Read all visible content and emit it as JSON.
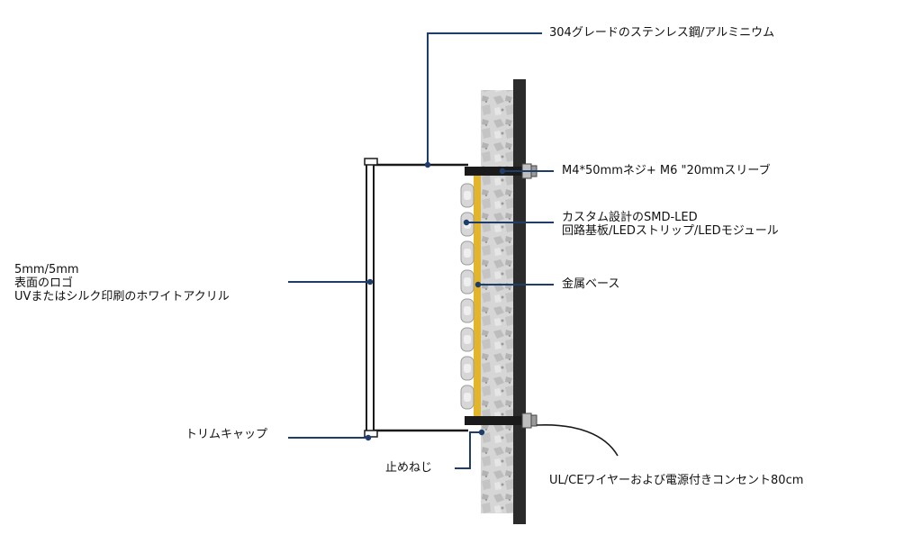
{
  "diagram": {
    "labels": {
      "material": "304グレードのステンレス鋼/アルミニウム",
      "screw": "M4*50mmネジ+ M6 \"20mmスリーブ",
      "led_line1": "カスタム設計のSMD-LED",
      "led_line2": "回路基板/LEDストリップ/LEDモジュール",
      "base": "金属ベース",
      "acrylic_line1": "5mm/5mm",
      "acrylic_line2": "表面のロゴ",
      "acrylic_line3": "UVまたはシルク印刷のホワイトアクリル",
      "trim": "トリムキャップ",
      "set_screw": "止めねじ",
      "wire": "UL/CEワイヤーおよび電源付きコンセント80cm"
    },
    "colors": {
      "leader": "#1f3d6b",
      "frame": "#1a1a1a",
      "wall": "#2b2b2b",
      "stone": "#c9c9c9",
      "gold_strip": "#e3b52a",
      "led": "#d7d7d7"
    }
  }
}
